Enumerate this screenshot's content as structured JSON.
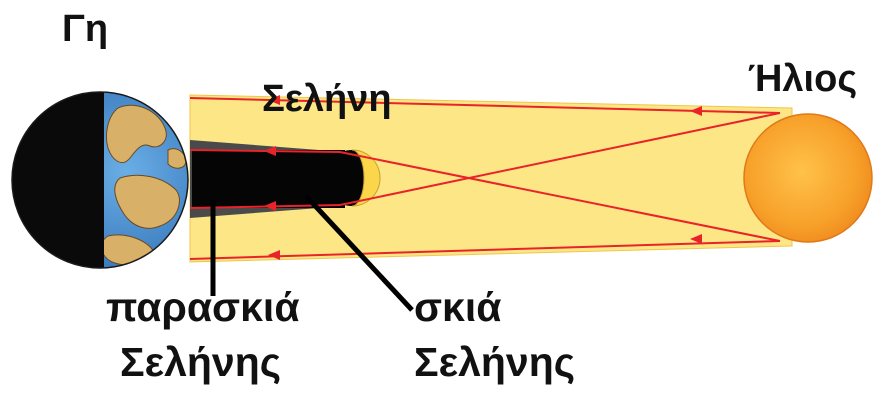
{
  "labels": {
    "earth": "Γη",
    "moon": "Σελήνη",
    "sun": "Ήλιος",
    "penumbra_line1": "παρασκιά",
    "penumbra_line2": "Σελήνης",
    "umbra_line1": "σκιά",
    "umbra_line2": "Σελήνης"
  },
  "colors": {
    "light_cone": "#fde685",
    "ray": "#e8232a",
    "sun": "#f7a12a",
    "earth_ocean": "#4a8fd0",
    "earth_land": "#d9b067",
    "earth_night": "#0a0a0a",
    "shadow": "#050505",
    "moon_lit": "#fbd64a"
  }
}
